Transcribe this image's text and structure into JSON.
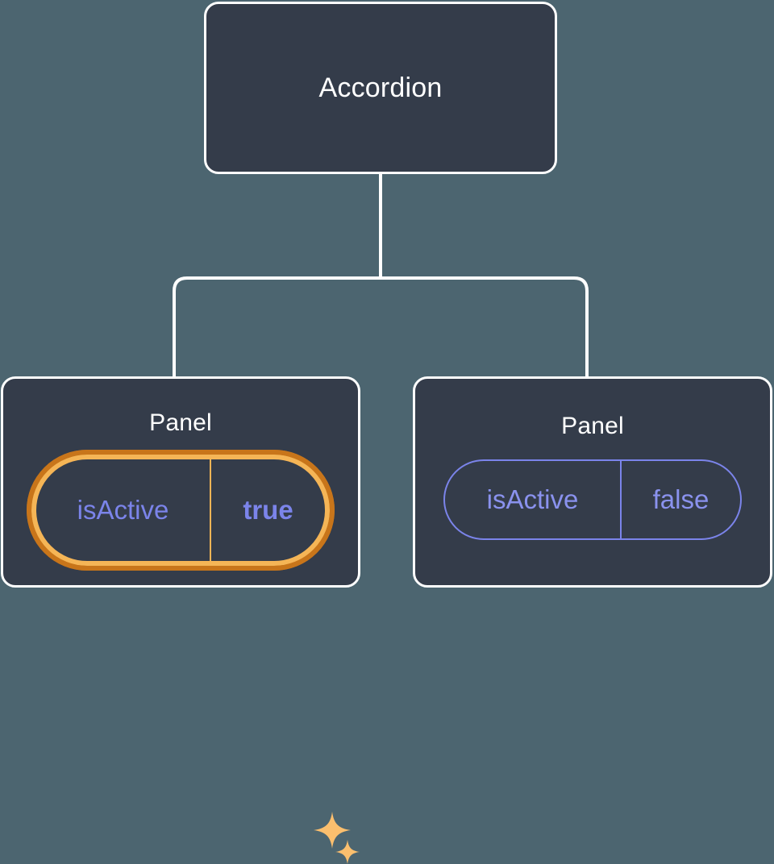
{
  "canvas": {
    "background_color": "#4c6570",
    "node_fill_color": "#343c4a",
    "node_border_color": "#ffffff",
    "edge_color": "#ffffff",
    "accent_highlight_outer": "#c8751a",
    "accent_highlight_inner": "#f5b556",
    "accent_value_color": "#7b84ea"
  },
  "tree": {
    "root": {
      "label": "Accordion"
    },
    "children": [
      {
        "label": "Panel",
        "highlighted": true,
        "prop": {
          "key": "isActive",
          "value": "true"
        },
        "sparkles": [
          "sparkle-large-icon",
          "sparkle-small-icon"
        ]
      },
      {
        "label": "Panel",
        "highlighted": false,
        "prop": {
          "key": "isActive",
          "value": "false"
        }
      }
    ]
  }
}
